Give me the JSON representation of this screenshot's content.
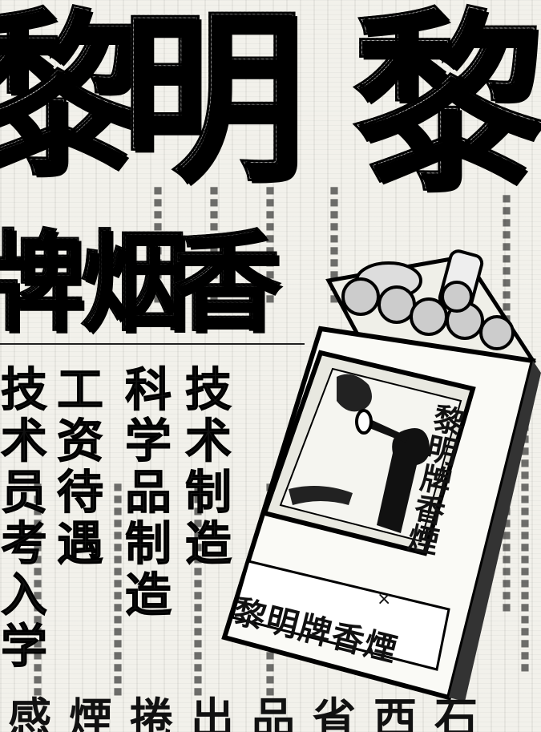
{
  "headline": {
    "chars": [
      "黎",
      "明",
      "黎"
    ],
    "subtitle_chars": [
      "牌",
      "香",
      "烟"
    ]
  },
  "left_columns": [
    {
      "text": "技术员考入学"
    },
    {
      "text": "工资待遇"
    },
    {
      "text": "科学品制造"
    },
    {
      "text": "技术制造"
    }
  ],
  "package": {
    "brand_vertical": "黎明牌香煙",
    "brand_horizontal": "黎明牌香煙",
    "mark": "×"
  },
  "bottom_text": "感煙捲出品省西石",
  "icons": {
    "trumpeter": "trumpeter-figure-icon",
    "cigarette_pack": "cigarette-pack-icon"
  },
  "colors": {
    "ink": "#151515",
    "paper": "#f2f1eb"
  }
}
